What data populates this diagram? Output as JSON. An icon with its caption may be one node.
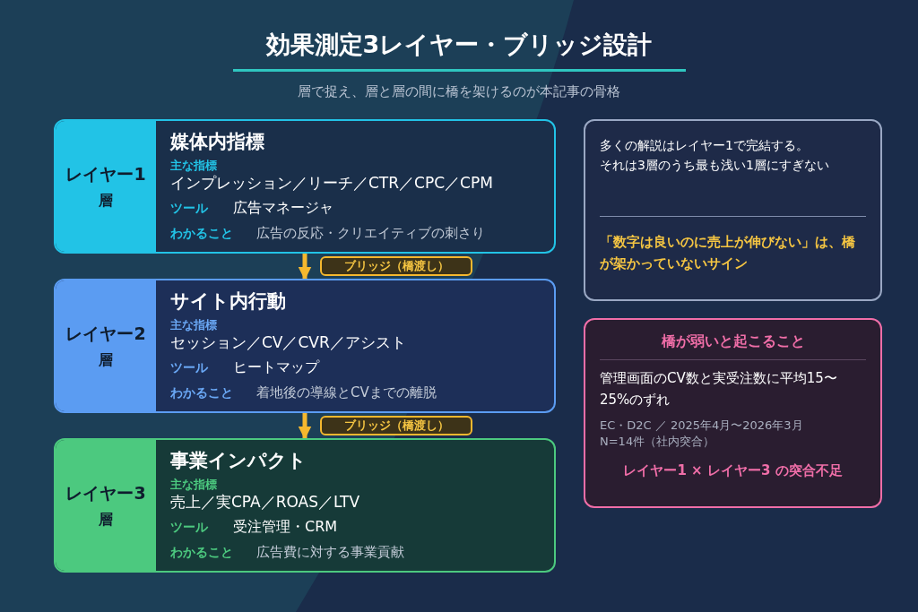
{
  "diagram": {
    "title": "効果測定3レイヤー・ブリッジ設計",
    "caption": "層で捉え、層と層の間に橋を架けるのが本記事の骨格",
    "nodes": [
      {
        "text": [
          "レイヤー1",
          "層",
          "媒体内指標",
          "主な指標",
          "インプレッション／リーチ／CTR／CPC／CPM",
          "ツール",
          "広告マネージャ",
          "わかること",
          "広告の反応・クリエイティブの刺さり"
        ]
      },
      {
        "text": [
          "レイヤー2",
          "層",
          "サイト内行動",
          "主な指標",
          "セッション／CV／CVR／アシスト",
          "ツール",
          "ヒートマップ",
          "わかること",
          "着地後の導線とCVまでの離脱"
        ]
      },
      {
        "text": [
          "レイヤー3",
          "層",
          "事業インパクト",
          "主な指標",
          "売上／実CPA／ROAS／LTV",
          "ツール",
          "受注管理・CRM",
          "わかること",
          "広告費に対する事業貢献"
        ]
      },
      {
        "text": [
          "多くの解説はレイヤー1で完結する。",
          "それは3層のうち最も浅い1層にすぎない",
          "「数字は良いのに売上が伸びない」は、橋が架かっていないサイン"
        ]
      },
      {
        "text": [
          "橋が弱いと起こること",
          "管理画面のCV数と実受注数に平均15〜25%のずれ",
          "EC・D2C ／ 2025年4月〜2026年3月",
          "N=14件（社内突合）",
          "レイヤー1 × レイヤー3 の突合不足"
        ]
      }
    ],
    "edges": [
      {
        "from": 0,
        "to": 1,
        "arrow": "to",
        "label": "ブリッジ（橋渡し）"
      },
      {
        "from": 1,
        "to": 2,
        "arrow": "to",
        "label": "ブリッジ（橋渡し）"
      }
    ]
  }
}
